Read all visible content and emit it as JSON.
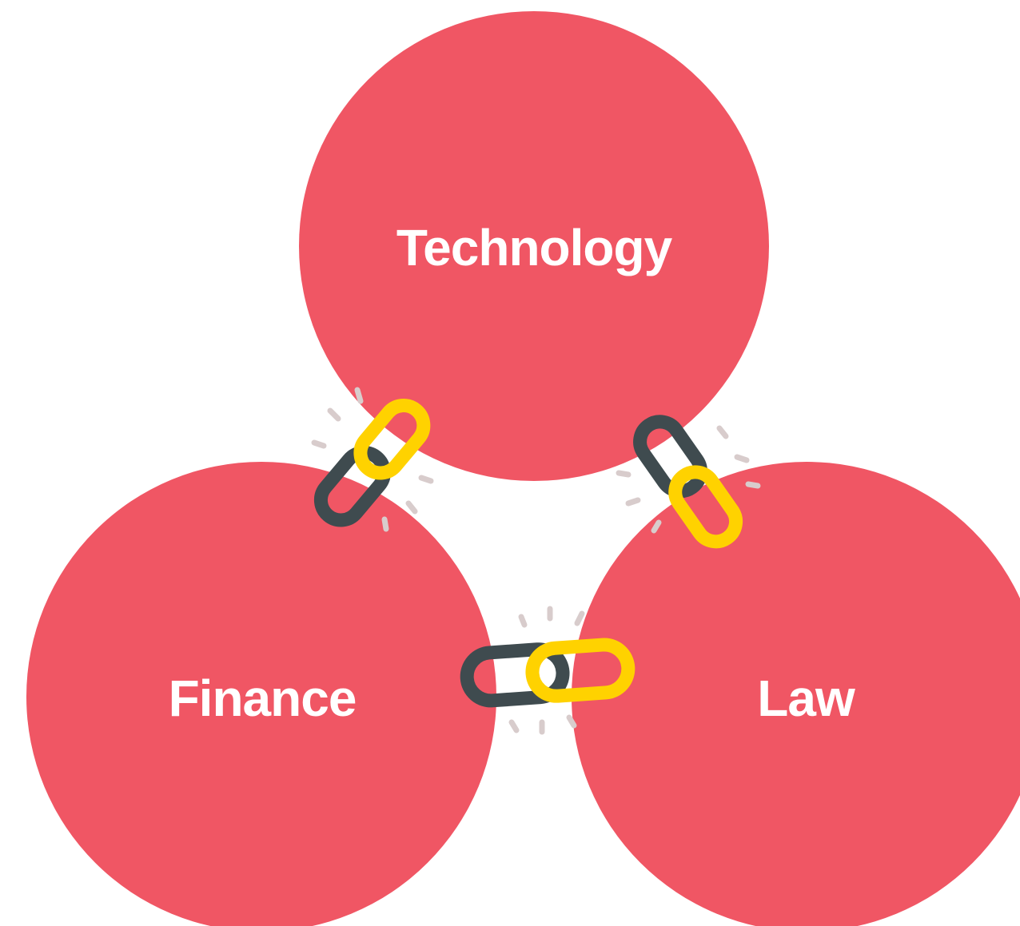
{
  "diagram": {
    "nodes": [
      {
        "id": "technology",
        "label": "Technology"
      },
      {
        "id": "finance",
        "label": "Finance"
      },
      {
        "id": "law",
        "label": "Law"
      }
    ],
    "links": [
      {
        "from": "technology",
        "to": "finance",
        "icon": "chain-link-icon"
      },
      {
        "from": "technology",
        "to": "law",
        "icon": "chain-link-icon"
      },
      {
        "from": "finance",
        "to": "law",
        "icon": "chain-link-icon"
      }
    ]
  },
  "colors": {
    "circle": "#f05664",
    "background": "#ffffff",
    "link_dark": "#3f4b4f",
    "link_dark_light": "#4f5d62",
    "link_yellow": "#ffd200",
    "link_orange": "#ff9f00",
    "sparkle": "#d8cccc"
  }
}
